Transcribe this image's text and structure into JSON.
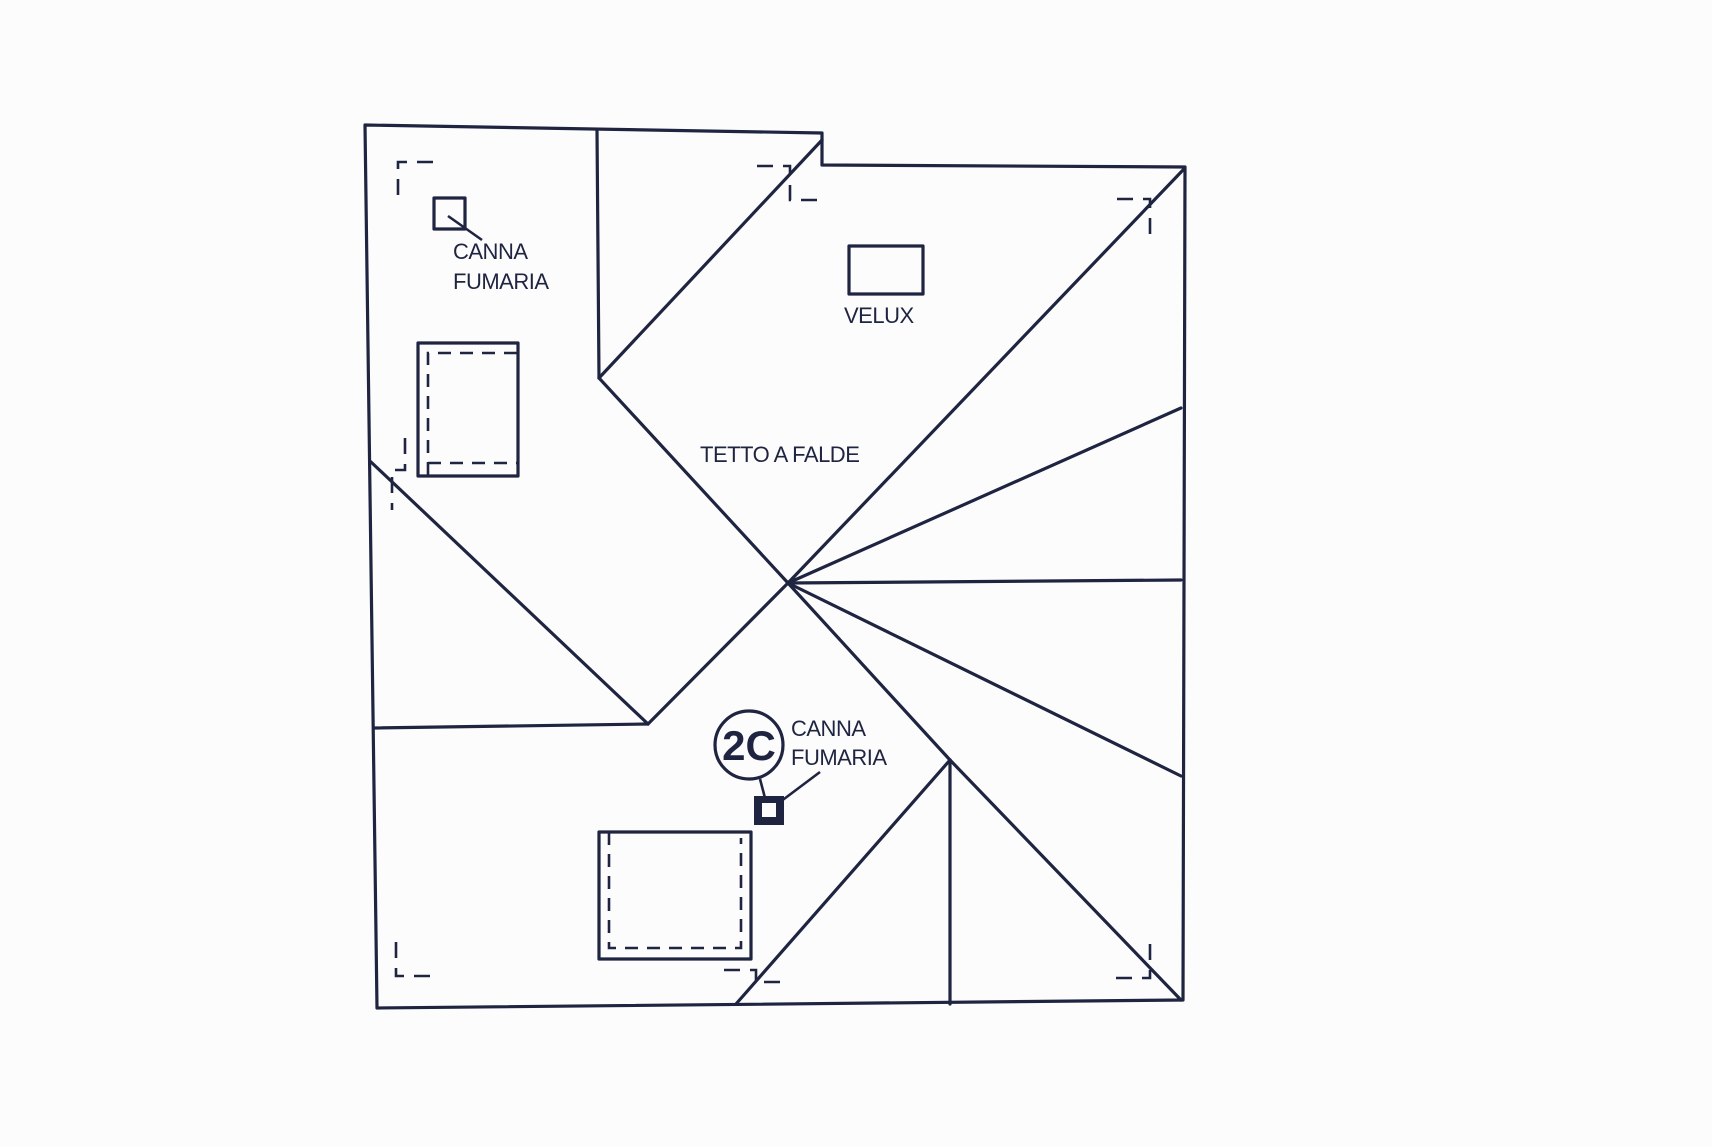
{
  "labels": {
    "chimney_top_line1": "CANNA",
    "chimney_top_line2": "FUMARIA",
    "skylight": "VELUX",
    "roof": "TETTO A FALDE",
    "chimney_bottom_line1": "CANNA",
    "chimney_bottom_line2": "FUMARIA",
    "marker": "2C"
  },
  "colors": {
    "ink": "#1f2440",
    "paper": "#fcfcfd"
  }
}
